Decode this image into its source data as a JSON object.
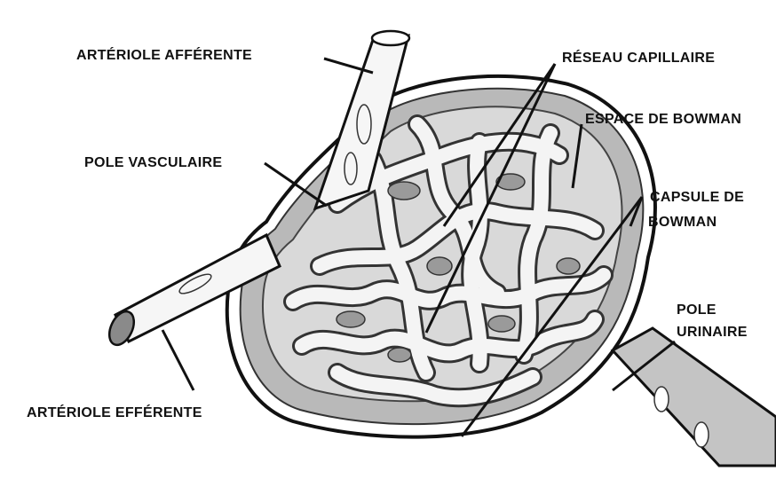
{
  "labels": {
    "arteriole_afferente": "ARTÉRIOLE AFFÉRENTE",
    "reseau_capillaire": "RÉSEAU CAPILLAIRE",
    "espace_de_bowman": "ESPACE DE BOWMAN",
    "pole_vasculaire": "POLE VASCULAIRE",
    "capsule_de_bowman_line1": "CAPSULE DE",
    "capsule_de_bowman_line2": "BOWMAN",
    "pole_urinaire_line1": "POLE",
    "pole_urinaire_line2": "URINAIRE",
    "arteriole_efferente": "ARTÉRIOLE EFFÉRENTE"
  },
  "colors": {
    "background": "#ffffff",
    "ink": "#111111",
    "bowman_space": "#b9b9b9",
    "capillary_fill": "#f4f4f4",
    "mesangium": "#9a9a9a"
  }
}
